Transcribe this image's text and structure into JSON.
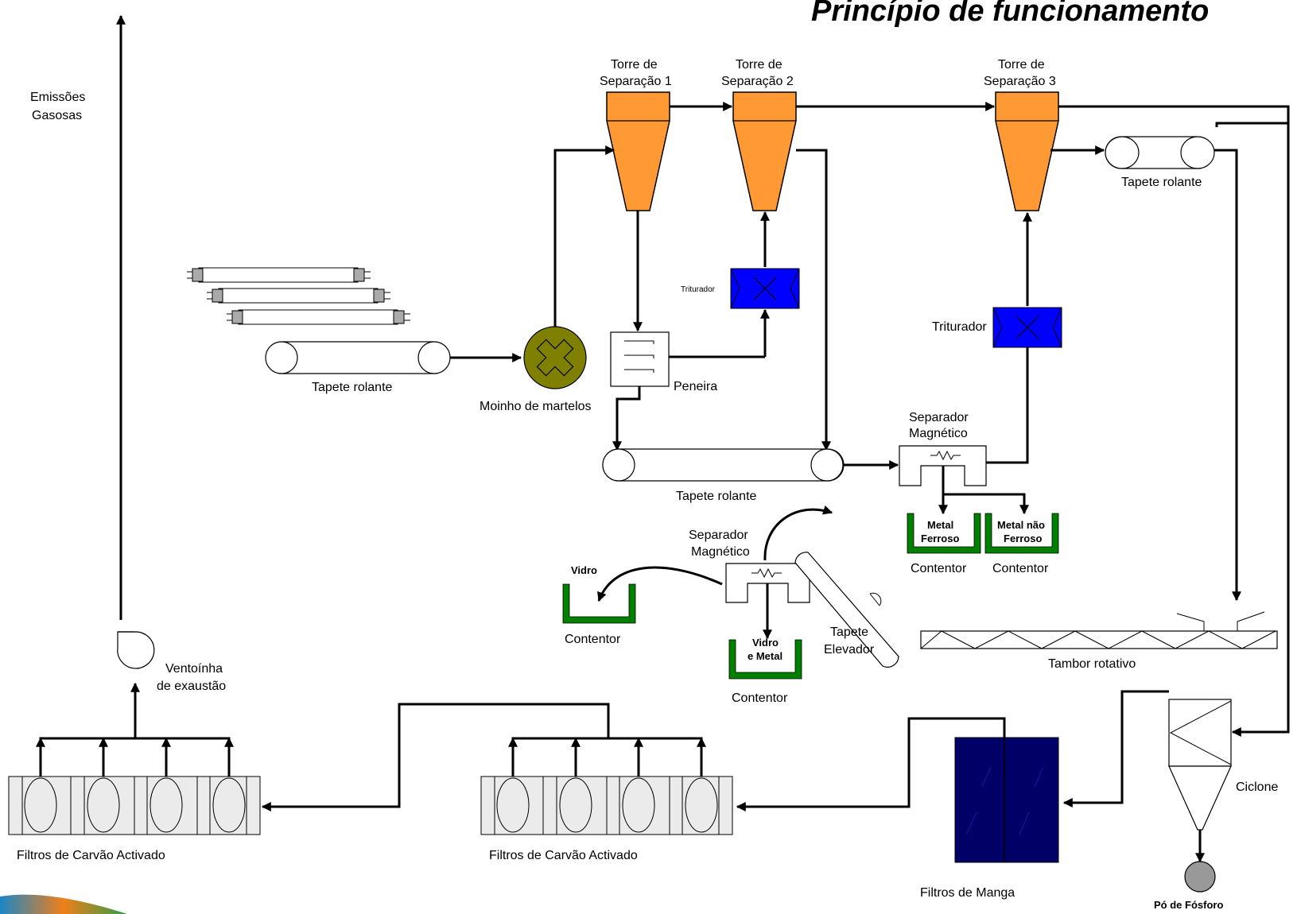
{
  "title": "Princípio de funcionamento",
  "labels": {
    "emissoes_1": "Emissões",
    "emissoes_2": "Gasosas",
    "torre1_1": "Torre de",
    "torre1_2": "Separação 1",
    "torre2_1": "Torre de",
    "torre2_2": "Separação 2",
    "torre3_1": "Torre de",
    "torre3_2": "Separação 3",
    "tapete_top": "Tapete rolante",
    "triturador_small": "Triturador",
    "triturador_right": "Triturador",
    "tapete_left": "Tapete rolante",
    "moinho": "Moinho de martelos",
    "peneira": "Peneira",
    "tapete_mid": "Tapete rolante",
    "sep_mag1_1": "Separador",
    "sep_mag1_2": "Magnético",
    "metal_ferroso_1": "Metal",
    "metal_ferroso_2": "Ferroso",
    "metal_nao_ferroso_1": "Metal não",
    "metal_nao_ferroso_2": "Ferroso",
    "contentor_a": "Contentor",
    "contentor_b": "Contentor",
    "sep_mag2_1": "Separador",
    "sep_mag2_2": "Magnético",
    "vidro": "Vidro",
    "contentor_vidro": "Contentor",
    "vidro_metal_1": "Vidro",
    "vidro_metal_2": "e Metal",
    "contentor_vm": "Contentor",
    "tapete_elev_1": "Tapete",
    "tapete_elev_2": "Elevador",
    "tambor": "Tambor rotativo",
    "ventoinha_1": "Ventoínha",
    "ventoinha_2": "de exaustão",
    "ciclone": "Ciclone",
    "filtros_carvao_left": "Filtros de Carvão Activado",
    "filtros_carvao_mid": "Filtros de Carvão Activado",
    "filtros_manga": "Filtros de Manga",
    "po_fosforo": "Pó de Fósforo"
  },
  "colors": {
    "tower": "#ff9933",
    "crusher": "#0000ff",
    "mill": "#808000",
    "container": "#008000",
    "bag_filter": "#000066",
    "phosphor": "#999999"
  }
}
